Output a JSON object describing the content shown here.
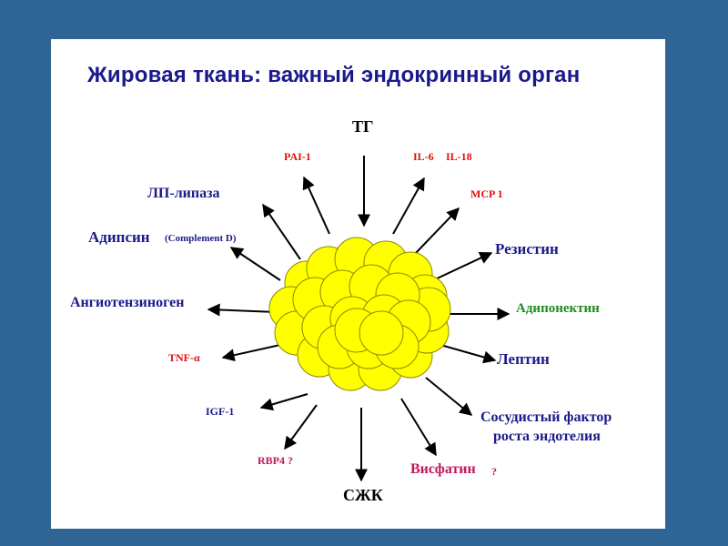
{
  "title": "Жировая ткань: важный эндокринный орган",
  "center": "adipocyte-cluster",
  "labels": {
    "tg": "ТГ",
    "pai1": "PAI-1",
    "il6": "IL-6",
    "il18": "IL-18",
    "mcp1": "MCP 1",
    "lpl": "ЛП-липаза",
    "adipsin": "Адипсин",
    "complement": "(Complement D)",
    "resistin": "Резистин",
    "angiotensinogen": "Ангиотензиноген",
    "adiponectin": "Адипонектин",
    "tnf": "TNF-α",
    "leptin": "Лептин",
    "igf1": "IGF-1",
    "vegf_line1": "Сосудистый фактор",
    "vegf_line2": "роста эндотелия",
    "rbp4": "RBP4 ?",
    "visfatin": "Висфатин",
    "visfatin_q": "?",
    "ffa": "СЖК"
  },
  "colors": {
    "background": "#2e6594",
    "title": "#1a1a8c",
    "navy": "#1a1a8c",
    "red": "#e01010",
    "green": "#1e8c1e",
    "magenta": "#c0185c",
    "cell_fill": "#ffff00",
    "cell_stroke": "#8a8a00"
  }
}
